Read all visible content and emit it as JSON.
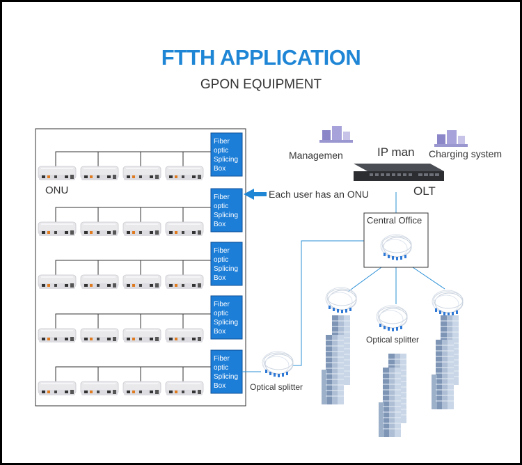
{
  "header": {
    "title": "FTTH APPLICATION",
    "subtitle": "GPON EQUIPMENT"
  },
  "splicing_box": {
    "label_lines": [
      "Fiber",
      "optic",
      "Splicing",
      "Box"
    ]
  },
  "labels": {
    "onu": "ONU",
    "each_user": "Each user has an ONU",
    "management": "Managemen",
    "ip_man": "IP man",
    "charging_system": "Charging system",
    "olt": "OLT",
    "central_office": "Central Office",
    "optical_splitter_left": "Optical splitter",
    "optical_splitter_right": "Optical splitter"
  },
  "colors": {
    "title_blue": "#1f86d6",
    "box_blue": "#1d7ed8",
    "fiber_blue": "#2a8fd6",
    "text_dark": "#333333"
  },
  "icons": {
    "server_management": "server-cluster-icon",
    "charging_system": "server-cluster-icon",
    "olt": "olt-switch-icon",
    "onu": "onu-router-icon",
    "building": "skyscraper-icon",
    "splitter": "fiber-coil-icon"
  }
}
